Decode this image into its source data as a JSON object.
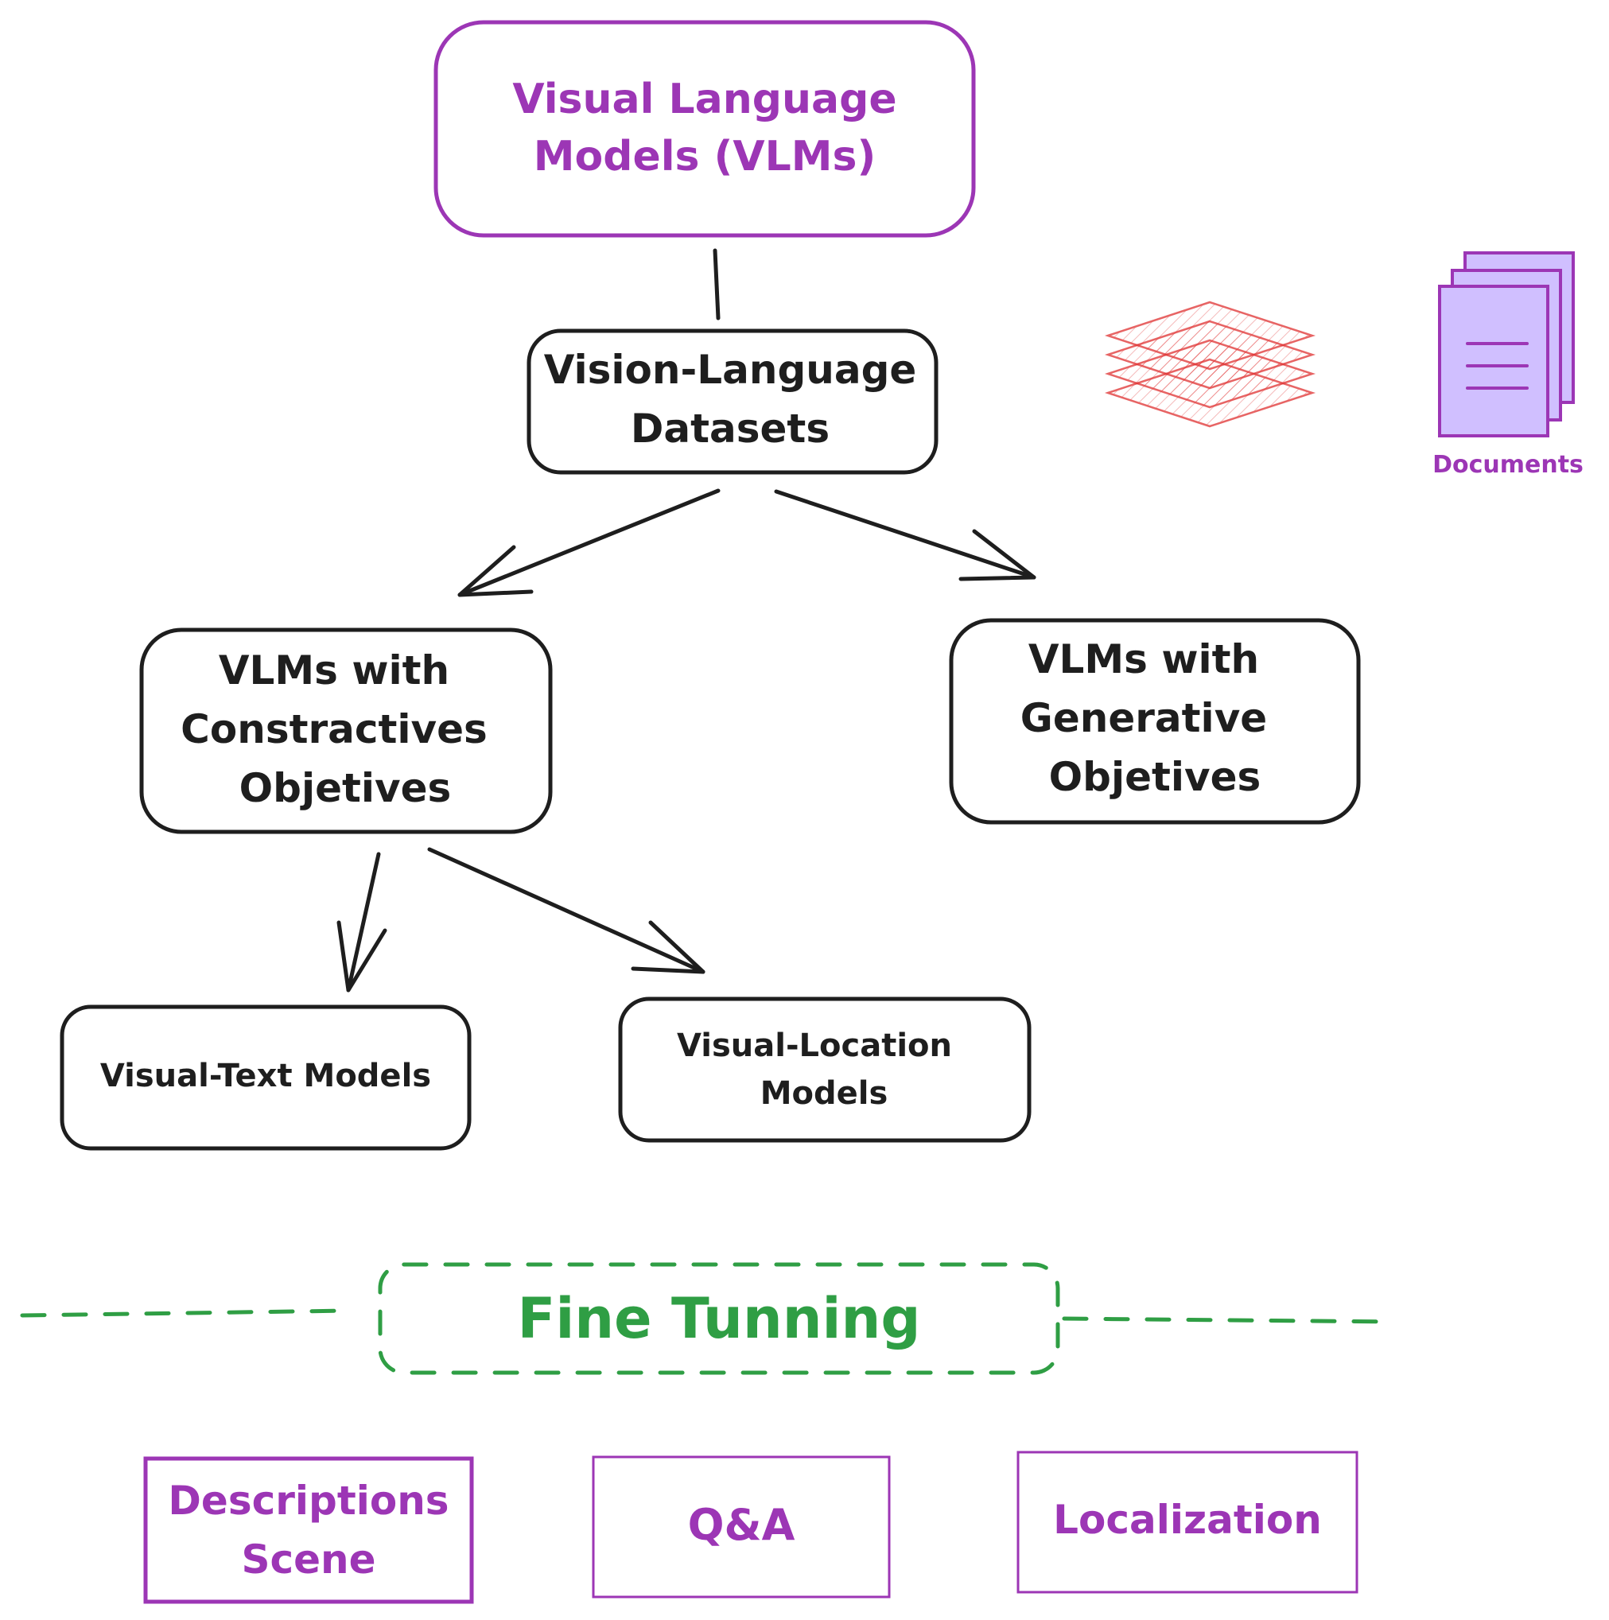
{
  "colors": {
    "black": "#1e1e1e",
    "purple": "#9c36b5",
    "purple_fill": "#d0bfff",
    "green": "#2f9e44",
    "red_hatch": "#e03131"
  },
  "nodes": {
    "vlm": {
      "line1": "Visual Language",
      "line2": "Models (VLMs)"
    },
    "datasets": {
      "line1": "Vision-Language",
      "line2": "Datasets"
    },
    "contrastive": {
      "line1": "VLMs with",
      "line2": "Constractives",
      "line3": "Objetives"
    },
    "generative": {
      "line1": "VLMs with",
      "line2": "Generative",
      "line3": "Objetives"
    },
    "visual_text": {
      "label": "Visual-Text Models"
    },
    "visual_location": {
      "line1": "Visual-Location",
      "line2": "Models"
    }
  },
  "icons": {
    "layers": "layers-stack-icon",
    "documents": "documents-icon",
    "documents_label": "Documents"
  },
  "fine_tuning": {
    "label": "Fine Tunning"
  },
  "tasks": {
    "descriptions": {
      "line1": "Descriptions",
      "line2": "Scene"
    },
    "qa": {
      "label": "Q&A"
    },
    "localization": {
      "label": "Localization"
    }
  }
}
